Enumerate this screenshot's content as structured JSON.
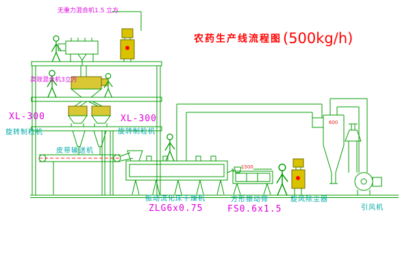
{
  "title": {
    "text": "农药生产线流程图",
    "capacity": "(500kg/h)"
  },
  "labels": {
    "top_mixer": "无重力混合机1.5 立方",
    "mixer2": "高效混合机3立方",
    "xl300_left": "XL-300",
    "granulator_left": "旋转制粒机",
    "xl300_center": "XL-300",
    "granulator_center": "旋转制粒机",
    "conveyor": "皮带输送机",
    "dryer": "振动流化床干燥机",
    "dryer_model": "ZLG6x0.75",
    "sieve": "方形振动筛",
    "sieve_model": "FS0.6x1.5",
    "cyclone": "旋风除尘器",
    "fan": "引风机",
    "dim_sieve": "1500",
    "dim_cyclone": "600"
  },
  "colors": {
    "line_green": "#009b00",
    "label_cyan": "#00a8a8",
    "label_magenta": "#dd00dd",
    "title_red": "#ff0000",
    "cabinet_yellow": "#d9c300",
    "belt_dash_red": "#ff1a1a"
  }
}
